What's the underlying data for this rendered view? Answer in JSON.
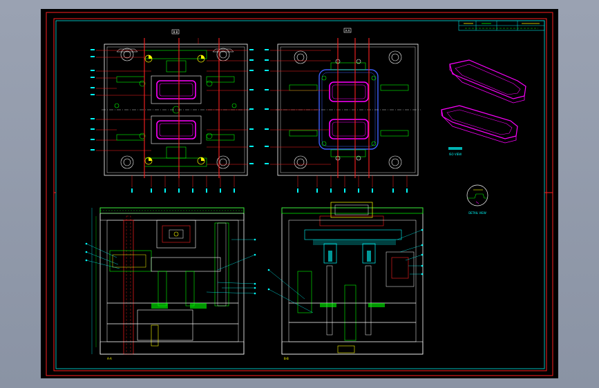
{
  "drawing": {
    "top_left_view_label": "B-B",
    "top_right_view_label": "A-A",
    "iso_view_label": "ISO VIEW",
    "detail_label": "DETAIL VIEW",
    "bottom_left_label": "A-A",
    "bottom_right_label": "B-B",
    "title_block_cells": [
      "",
      "",
      "",
      ""
    ],
    "colors": {
      "background": "#000000",
      "border": "#ff2020",
      "frame": "#00e5e5",
      "plate": "#ffffff",
      "green": "#00ff00",
      "magenta": "#ff00ff",
      "yellow": "#ffff00",
      "red": "#ff0000",
      "cyan": "#00ffff",
      "blue": "#4060ff"
    }
  }
}
